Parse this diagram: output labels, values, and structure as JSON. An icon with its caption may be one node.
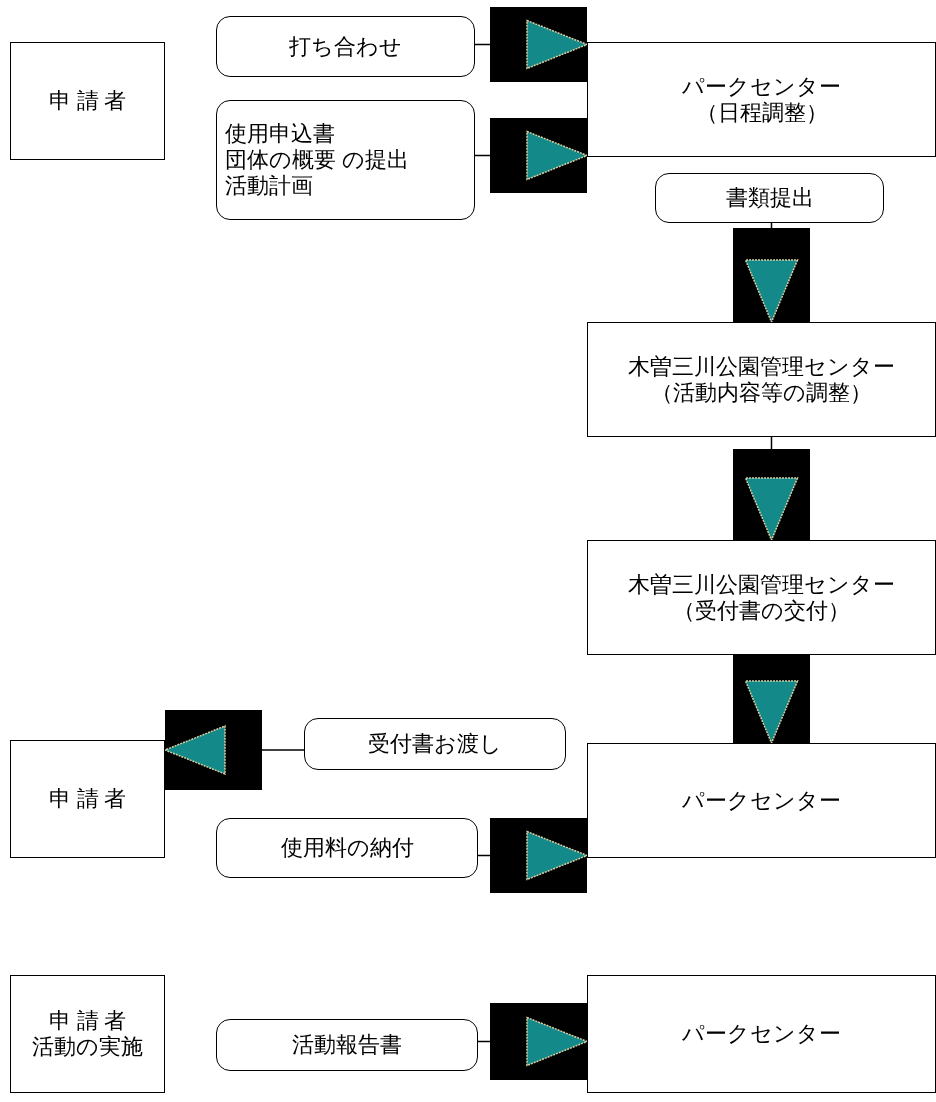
{
  "diagram": {
    "nodes": [
      {
        "text": [
          "申 請 者"
        ]
      },
      {
        "text": [
          "打ち合わせ"
        ]
      },
      {
        "text": [
          "使用申込書",
          "団体の概要 の提出",
          "活動計画"
        ]
      },
      {
        "text": [
          "パークセンター",
          "（日程調整）"
        ]
      },
      {
        "text": [
          "書類提出"
        ]
      },
      {
        "text": [
          "木曽三川公園管理センター",
          "（活動内容等の調整）"
        ]
      },
      {
        "text": [
          "木曽三川公園管理センター",
          "（受付書の交付）"
        ]
      },
      {
        "text": [
          "受付書お渡し"
        ]
      },
      {
        "text": [
          "申 請 者"
        ]
      },
      {
        "text": [
          "パークセンター"
        ]
      },
      {
        "text": [
          "使用料の納付"
        ]
      },
      {
        "text": [
          "申 請 者",
          "活動の実施"
        ]
      },
      {
        "text": [
          "活動報告書"
        ]
      },
      {
        "text": [
          "パークセンター"
        ]
      }
    ],
    "edges": [
      {
        "from": 1,
        "to": 3,
        "arrow": "to"
      },
      {
        "from": 2,
        "to": 3,
        "arrow": "to"
      },
      {
        "from": 4,
        "to": 5,
        "arrow": "to"
      },
      {
        "from": 5,
        "to": 6,
        "arrow": "to"
      },
      {
        "from": 6,
        "to": 9,
        "arrow": "to"
      },
      {
        "from": 7,
        "to": 8,
        "arrow": "to"
      },
      {
        "from": 10,
        "to": 9,
        "arrow": "to"
      },
      {
        "from": 12,
        "to": 13,
        "arrow": "to"
      }
    ]
  }
}
